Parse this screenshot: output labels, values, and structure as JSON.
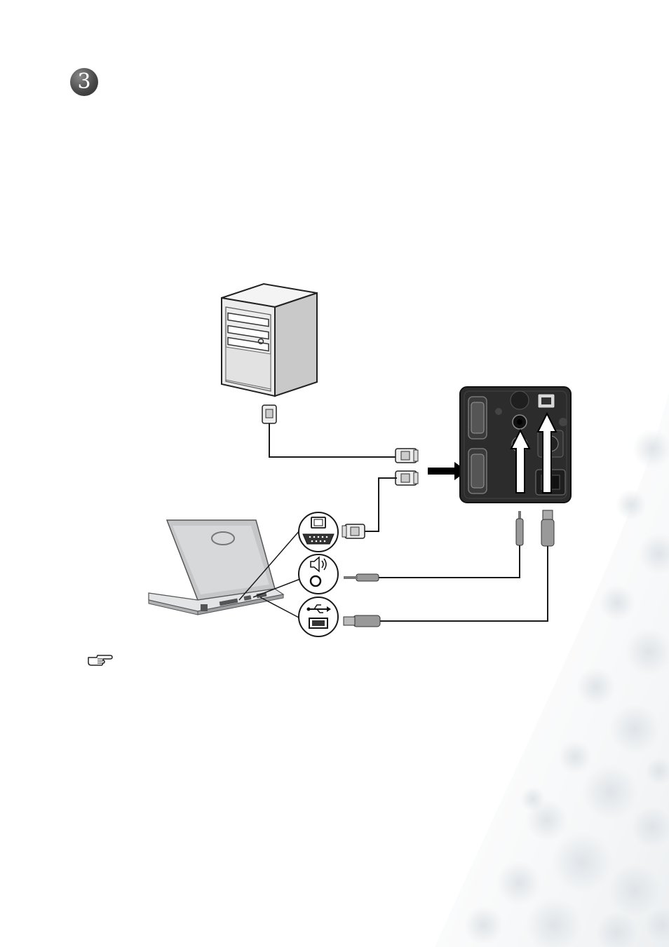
{
  "step": {
    "number": "3"
  },
  "icons": {
    "step_badge": "step-number-badge",
    "note": "pointing-hand-icon",
    "computer": "desktop-tower-icon",
    "laptop": "laptop-icon",
    "projector": "projector-io-panel",
    "vga_port_symbol": "monitor-vga-port-icon",
    "audio_port_symbol": "speaker-audio-port-icon",
    "usb_port_symbol": "usb-port-icon"
  },
  "colors": {
    "cable": "#1a1a1a",
    "panel": "#2c2c2c",
    "arrow": "#000000",
    "arrow_white": "#ffffff",
    "background_bokeh": "#e3e7ea"
  }
}
